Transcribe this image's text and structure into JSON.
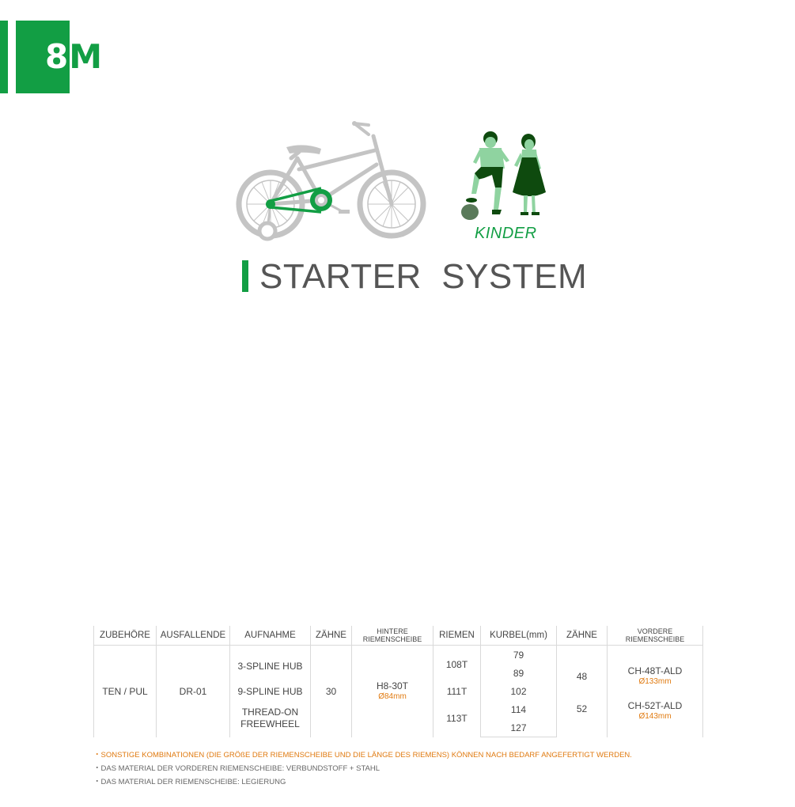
{
  "logo": {
    "digit": "8",
    "letter": "M"
  },
  "colors": {
    "brand_green": "#129e44",
    "dark_green": "#0e4a0e",
    "light_green": "#8fd3a0",
    "orange": "#e07a10",
    "bike_gray": "#c4c4c4"
  },
  "kinder_label": "KINDER",
  "title": "STARTER  SYSTEM",
  "table": {
    "headers": {
      "zubehoere": "ZUBEHÖRE",
      "ausfallende": "AUSFALLENDE",
      "aufnahme": "AUFNAHME",
      "zaehne": "ZÄHNE",
      "hintere_1": "HINTERE",
      "hintere_2": "RIEMENSCHEIBE",
      "riemen": "RIEMEN",
      "kurbel": "KURBEL(mm)",
      "zaehne2": "ZÄHNE",
      "vordere_1": "VORDERE",
      "vordere_2": "RIEMENSCHEIBE"
    },
    "zubehoere": "TEN / PUL",
    "ausfallende": "DR-01",
    "aufnahme": [
      "3-SPLINE HUB",
      "9-SPLINE HUB",
      "THREAD-ON",
      "FREEWHEEL"
    ],
    "zaehne": "30",
    "hintere": {
      "name": "H8-30T",
      "diameter": "Ø84mm"
    },
    "riemen": [
      "108T",
      "111T",
      "113T"
    ],
    "kurbel": [
      "79",
      "89",
      "102",
      "114",
      "127"
    ],
    "front_teeth": [
      "48",
      "52"
    ],
    "vordere": [
      {
        "name": "CH-48T-ALD",
        "diameter": "Ø133mm"
      },
      {
        "name": "CH-52T-ALD",
        "diameter": "Ø143mm"
      }
    ]
  },
  "notes": [
    "・SONSTIGE KOMBINATIONEN (DIE GRÖßE DER RIEMENSCHEIBE UND DIE LÄNGE DES RIEMENS) KÖNNEN NACH BEDARF ANGEFERTIGT WERDEN.",
    "・DAS MATERIAL DER VORDEREN RIEMENSCHEIBE: VERBUNDSTOFF + STAHL",
    "・DAS MATERIAL DER RIEMENSCHEIBE: LEGIERUNG"
  ]
}
